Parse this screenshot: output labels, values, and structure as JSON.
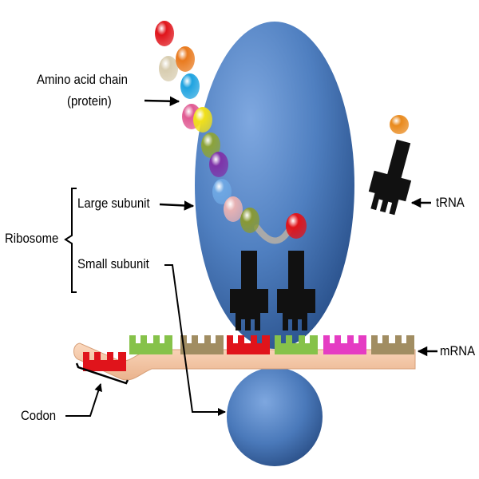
{
  "labels": {
    "amino_acid_chain_line1": "Amino acid chain",
    "amino_acid_chain_line2": "(protein)",
    "large_subunit": "Large subunit",
    "small_subunit": "Small subunit",
    "ribosome": "Ribosome",
    "trna": "tRNA",
    "mrna": "mRNA",
    "codon": "Codon"
  },
  "colors": {
    "ribosome_blue": "#4f7fc0",
    "mrna_strand": "#f6c6a3",
    "trna_body": "#111111"
  },
  "amino_acid_chain_colors": [
    "#e0141b",
    "#d8cdb0",
    "#e97a1e",
    "#1fa3e0",
    "#e05a93",
    "#f1e01a",
    "#8ca33a",
    "#7e33a8",
    "#6ea7e3",
    "#e6b1b3",
    "#889936"
  ],
  "attached_amino_acid_color": "#e0141b",
  "free_trna_amino_acid_color": "#e98a1d",
  "codon_colors": [
    "#e0141b",
    "#86c24a",
    "#a18d62",
    "#e0141b",
    "#86c24a",
    "#e53cc3",
    "#a18d62"
  ]
}
